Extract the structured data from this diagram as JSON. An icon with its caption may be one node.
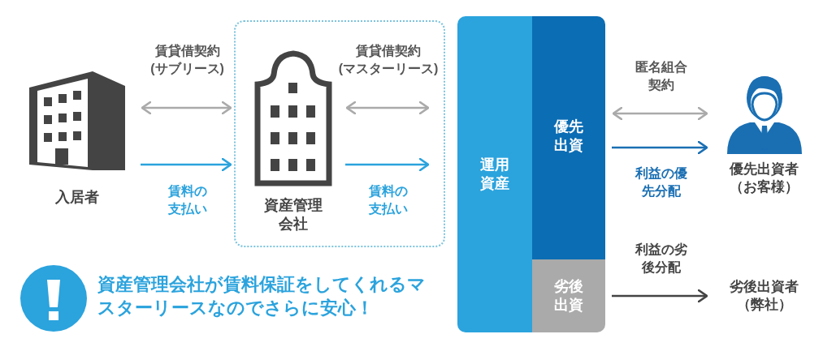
{
  "diagram": {
    "nodes": [
      {
        "text": [
          "入居者"
        ]
      },
      {
        "text": [],
        "shape": "box"
      },
      {
        "text": [
          "資産管理会社"
        ],
        "in": 1
      },
      {
        "text": [
          "運用資産"
        ]
      },
      {
        "text": [
          "優先出資"
        ]
      },
      {
        "text": [
          "劣後出資"
        ]
      },
      {
        "text": [
          "優先出資者（お客様）"
        ]
      },
      {
        "text": [
          "劣後出資者（弊社）"
        ]
      }
    ],
    "edges": [
      {
        "from": 0,
        "to": 2,
        "arrow": "both",
        "label": "賃貸借契約(サブリース)"
      },
      {
        "from": 0,
        "to": 2,
        "arrow": "to",
        "label": "賃料の支払い",
        "color": "#2ba3dd"
      },
      {
        "from": 2,
        "to": 3,
        "arrow": "both",
        "label": "賃貸借契約(マスターリース)"
      },
      {
        "from": 2,
        "to": 3,
        "arrow": "to",
        "label": "賃料の支払い",
        "color": "#2ba3dd"
      },
      {
        "from": 4,
        "to": 6,
        "arrow": "both",
        "label": "匿名組合契約"
      },
      {
        "from": 4,
        "to": 6,
        "arrow": "to",
        "label": "利益の優先分配",
        "color": "#1a6fb3"
      },
      {
        "from": 5,
        "to": 7,
        "arrow": "to",
        "label": "利益の劣後分配",
        "color": "#444444"
      }
    ],
    "labels": [
      "資産管理会社が賃料保証をしてくれるマスターリースなのでさらに安心！"
    ]
  }
}
